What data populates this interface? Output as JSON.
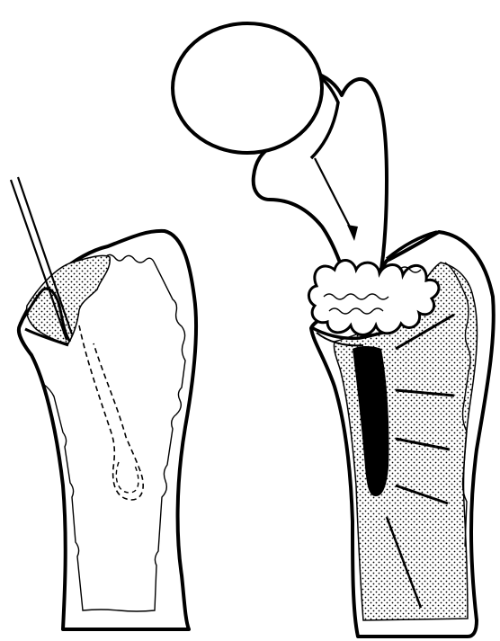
{
  "figure": {
    "background": "#ffffff",
    "ink": "#000000",
    "left_panel": {
      "objects": [
        "proximal-femur-cut",
        "guide-wire",
        "cancellous-graft-area",
        "dashed-channel"
      ]
    },
    "right_panel": {
      "objects": [
        "femoral-head-prosthesis",
        "stem",
        "insertion-arrow",
        "cement-mantle",
        "canal-cavity"
      ]
    }
  }
}
